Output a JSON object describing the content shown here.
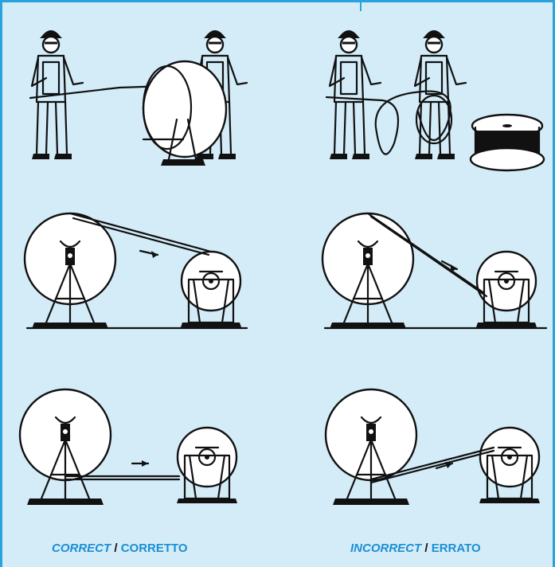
{
  "captions": {
    "left": {
      "english": "CORRECT",
      "separator": " / ",
      "italian": "CORRETTO"
    },
    "right": {
      "english": "INCORRECT",
      "separator": " / ",
      "italian": "ERRATO"
    }
  },
  "colors": {
    "panel_background": "#d3ecf8",
    "frame": "#2aa3dc",
    "caption_text": "#1a8fd4",
    "ink": "#111111"
  }
}
